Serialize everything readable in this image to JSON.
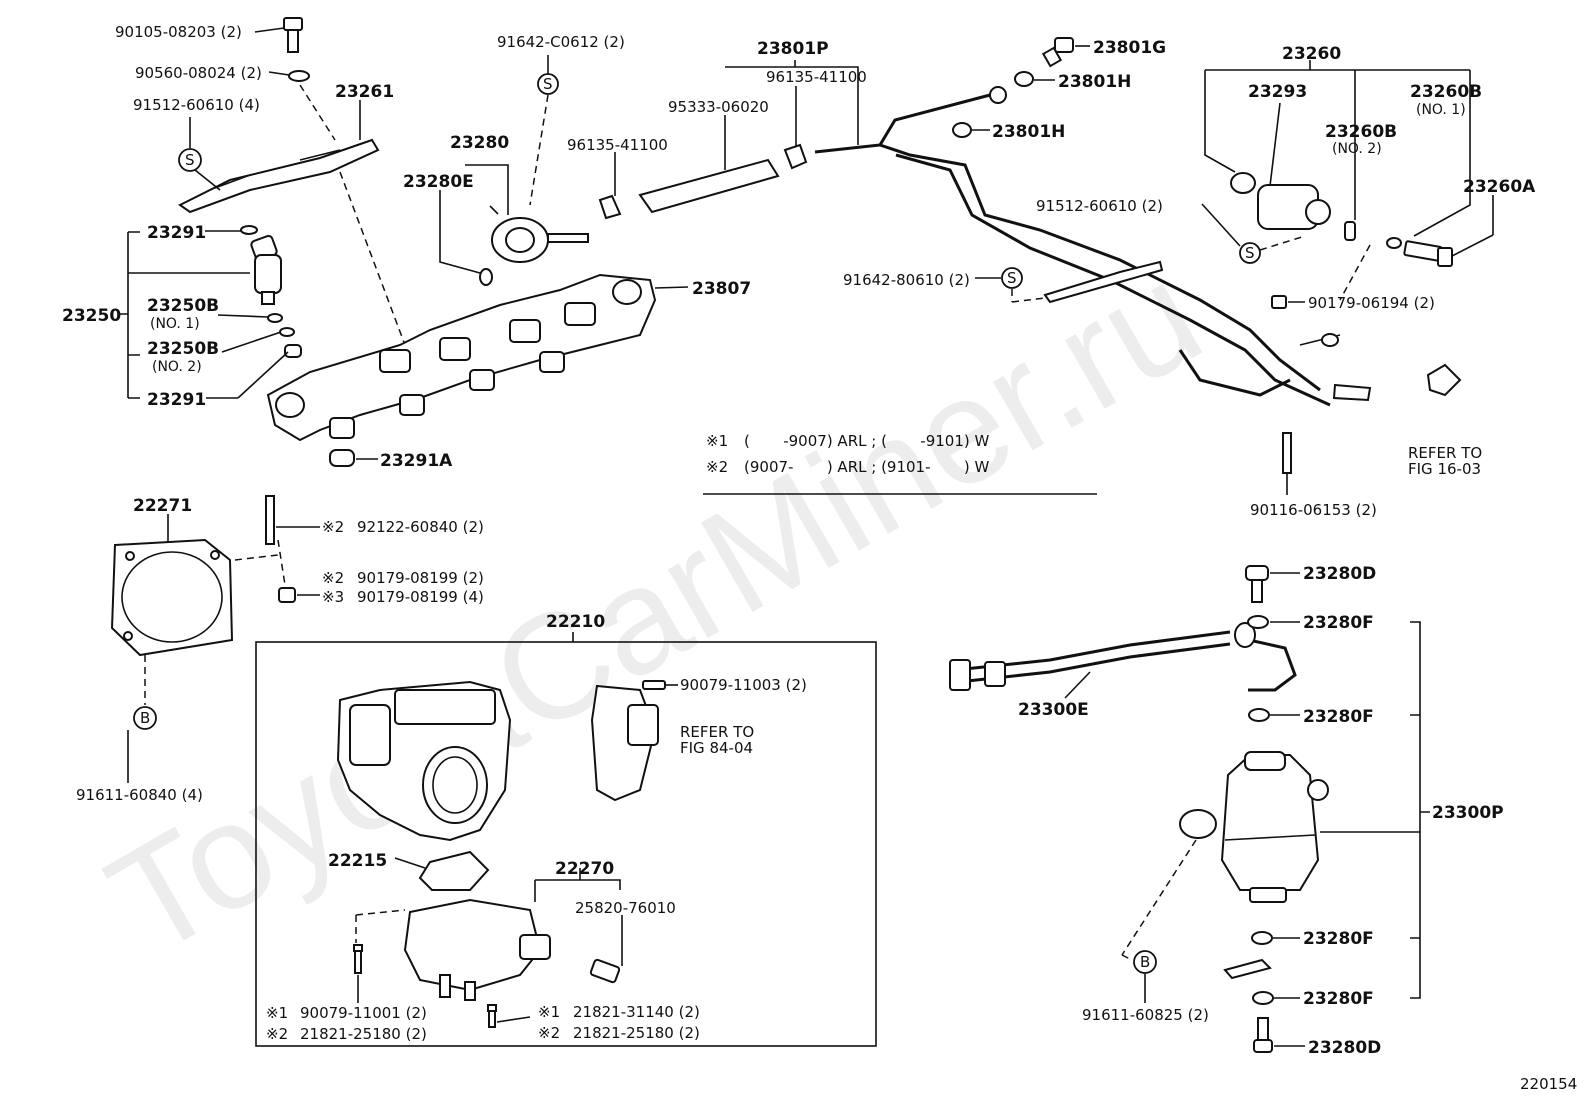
{
  "diagram_id": "220154",
  "watermark": "ToyotaCarMiner.ru",
  "notes": {
    "row1": {
      "mark": "※1",
      "text_a": "(       -9007) ARL ; (       -9101) W"
    },
    "row2": {
      "mark": "※2",
      "text_a": "(9007-       ) ARL ; (9101-       ) W"
    }
  },
  "labels": {
    "p90105_08203": "90105-08203 (2)",
    "p90560_08024": "90560-08024 (2)",
    "p23261": "23261",
    "p91512_60610_4": "91512-60610 (4)",
    "p91642_c0612": "91642-C0612 (2)",
    "p23280": "23280",
    "p23280e": "23280E",
    "p96135_41100_a": "96135-41100",
    "p95333_06020": "95333-06020",
    "p96135_41100_b": "96135-41100",
    "p23801p": "23801P",
    "p23801g": "23801G",
    "p23801h_a": "23801H",
    "p23801h_b": "23801H",
    "p23260": "23260",
    "p23293": "23293",
    "p23260b_no1_a": "23260B",
    "p23260b_no1_b": "(NO. 1)",
    "p23260b_no2_a": "23260B",
    "p23260b_no2_b": "(NO. 2)",
    "p23260a": "23260A",
    "p91512_60610_2": "91512-60610 (2)",
    "p91642_80610": "91642-80610 (2)",
    "p90179_06194": "90179-06194 (2)",
    "p23807": "23807",
    "p23291_a": "23291",
    "p23250": "23250",
    "p23250b_no1_a": "23250B",
    "p23250b_no1_b": "(NO. 1)",
    "p23250b_no2_a": "23250B",
    "p23250b_no2_b": "(NO. 2)",
    "p23291_b": "23291",
    "p23291a": "23291A",
    "refer_16_a": "REFER TO",
    "refer_16_b": "FIG 16-03",
    "p90116_06153": "90116-06153 (2)",
    "p22271": "22271",
    "p92122_60840": "92122-60840 (2)",
    "mark_92122": "※2",
    "p90179_08199_2": "90179-08199 (2)",
    "mark_90179_2": "※2",
    "p90179_08199_4": "90179-08199 (4)",
    "mark_90179_3": "※3",
    "p91611_60840": "91611-60840 (4)",
    "p22210": "22210",
    "p90079_11003": "90079-11003 (2)",
    "refer_84_a": "REFER TO",
    "refer_84_b": "FIG 84-04",
    "p22215": "22215",
    "p22270": "22270",
    "p25820_76010": "25820-76010",
    "p90079_11001": "90079-11001 (2)",
    "mark_90079_1": "※1",
    "p21821_25180_a": "21821-25180 (2)",
    "mark_21821_2a": "※2",
    "p21821_31140": "21821-31140 (2)",
    "mark_21821_1": "※1",
    "p21821_25180_b": "21821-25180 (2)",
    "mark_21821_2b": "※2",
    "p23280d_top": "23280D",
    "p23280f_1": "23280F",
    "p23300e": "23300E",
    "p23280f_2": "23280F",
    "p23300p": "23300P",
    "p23280f_3": "23280F",
    "p23280f_4": "23280F",
    "p91611_60825": "91611-60825 (2)",
    "p23280d_bot": "23280D"
  },
  "callouts": {
    "s": "S",
    "b": "B"
  }
}
